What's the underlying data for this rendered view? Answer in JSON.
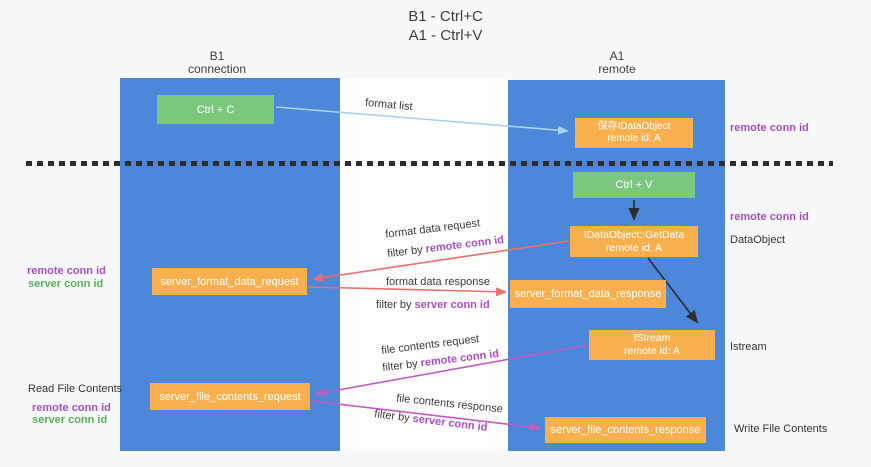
{
  "title": {
    "line1": "B1 - Ctrl+C",
    "line2": "A1 - Ctrl+V"
  },
  "lanes": {
    "left": {
      "name": "B1",
      "role": "connection"
    },
    "right": {
      "name": "A1",
      "role": "remote"
    }
  },
  "nodes": {
    "ctrl_c": {
      "label": "Ctrl + C"
    },
    "save_idataobject": {
      "line1": "保存IDataObject",
      "line2": "remote id: A"
    },
    "ctrl_v": {
      "label": "Ctrl + V"
    },
    "getdata": {
      "line1": "IDataObject::GetData",
      "line2": "remote id: A"
    },
    "istream": {
      "line1": "IStream",
      "line2": "remote id: A"
    },
    "format_request": {
      "label": "server_format_data_request"
    },
    "format_response": {
      "label": "server_format_data_response"
    },
    "file_request": {
      "label": "server_file_contents_request"
    },
    "file_response": {
      "label": "server_file_contents_response"
    }
  },
  "flows": {
    "format_list": "format list",
    "format_data_request": "format data request",
    "format_data_response": "format data response",
    "file_contents_request": "file contents request",
    "file_contents_response": "file contents response",
    "filter_prefix": "filter by ",
    "remote_conn_id": "remote conn id",
    "server_conn_id": "server conn id"
  },
  "side_labels": {
    "right_top_remote_conn_id": "remote conn id",
    "right_mid_remote_conn_id": "remote conn id",
    "dataobject": "DataObject",
    "istream": "Istream",
    "write_file_contents": "Write File Contents",
    "left_remote_conn_id": "remote conn id",
    "left_server_conn_id": "server conn id",
    "read_file_contents": "Read File Contents",
    "read_remote_conn_id": "remote conn id",
    "read_server_conn_id": "server conn id"
  },
  "colors": {
    "lane_blue": "#4d87d9",
    "key_green": "#7cc77e",
    "node_orange": "#f8b04e",
    "arrow_blue": "#a6d2f2",
    "arrow_red": "#e9706e",
    "arrow_magenta": "#c35ac3",
    "arrow_black": "#2e2e2e",
    "id_purple": "#a84fc0",
    "id_green": "#58b158",
    "text_dark": "#3c3c3c",
    "background": "#f7f8f9"
  }
}
